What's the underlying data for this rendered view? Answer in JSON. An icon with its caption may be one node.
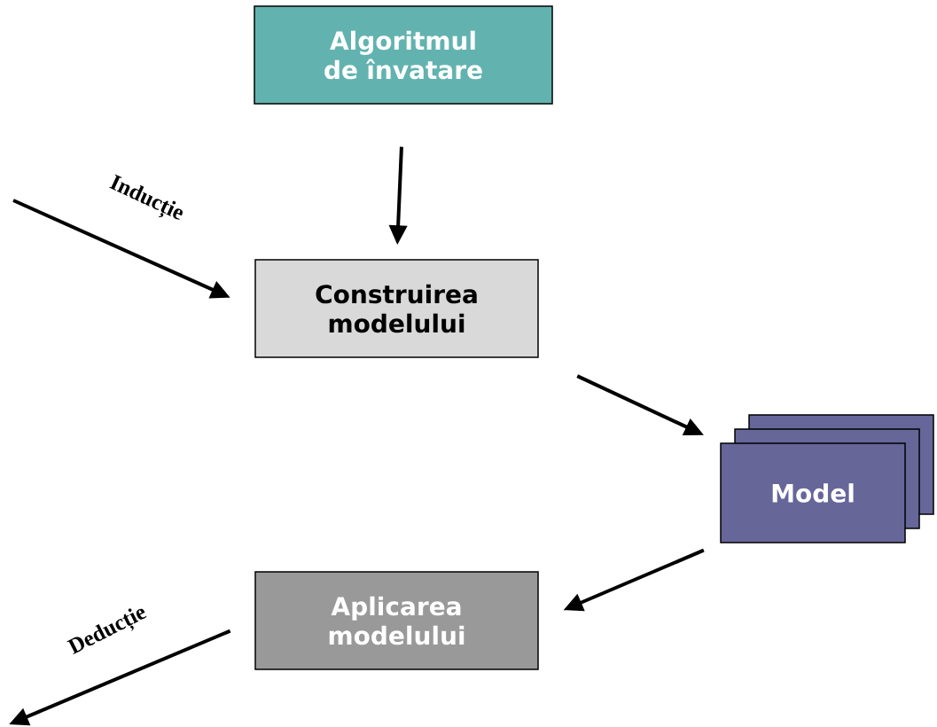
{
  "diagram": {
    "nodes": [
      {
        "text": [
          "Algoritmul de învatare"
        ]
      },
      {
        "text": [
          "Construirea modelului"
        ]
      },
      {
        "text": [
          "Model"
        ]
      },
      {
        "text": [
          "Aplicarea modelului"
        ]
      }
    ],
    "edges": [
      {
        "from": 0,
        "to": 1,
        "arrow": "to"
      },
      {
        "from": null,
        "to": 1,
        "arrow": "to",
        "label": "Inducție"
      },
      {
        "from": 1,
        "to": 2,
        "arrow": "to"
      },
      {
        "from": 2,
        "to": 3,
        "arrow": "to"
      },
      {
        "from": 3,
        "to": null,
        "arrow": "to",
        "label": "Deducție"
      }
    ]
  }
}
